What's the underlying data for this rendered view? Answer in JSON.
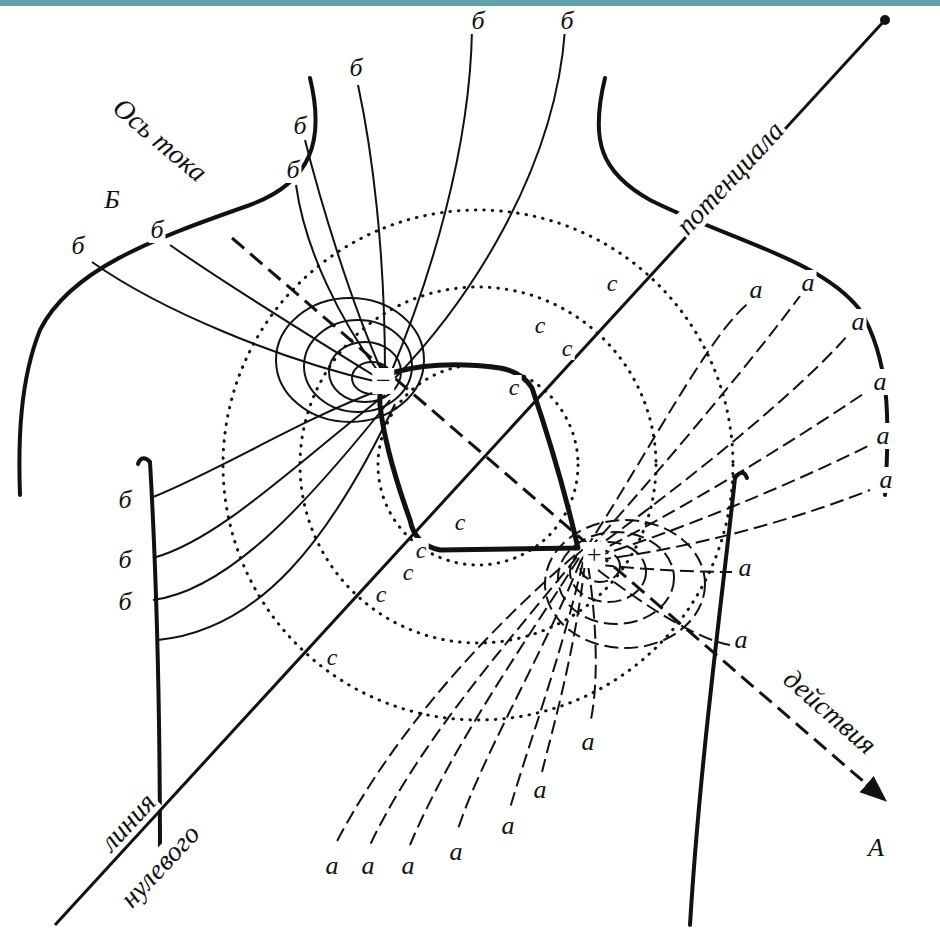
{
  "diagram": {
    "labels": [
      "Ось тока",
      "потенциала",
      "линия",
      "нулевого",
      "действия",
      "Б",
      "А",
      "−",
      "+",
      "б",
      "б",
      "б",
      "б",
      "б",
      "б",
      "б",
      "б",
      "б",
      "б",
      "а",
      "а",
      "а",
      "а",
      "а",
      "а",
      "а",
      "а",
      "а",
      "а",
      "а",
      "а",
      "а",
      "а",
      "а",
      "с",
      "с",
      "с",
      "с",
      "с",
      "с",
      "с",
      "с",
      "с"
    ]
  }
}
